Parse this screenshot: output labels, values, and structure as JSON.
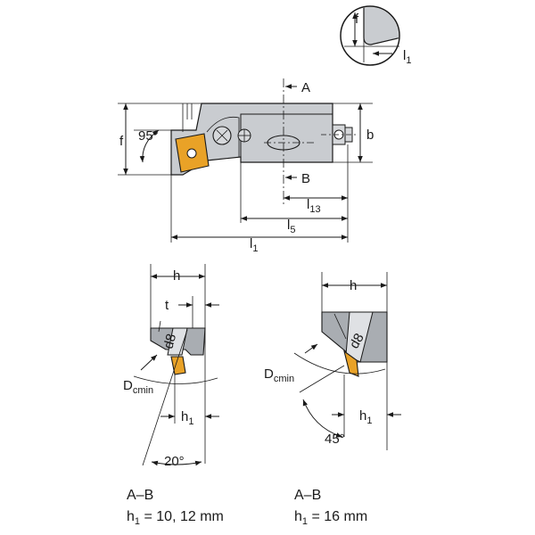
{
  "labels": {
    "f_detail": "f",
    "l1_detail": "l",
    "l1_detail_sub": "1",
    "A": "A",
    "B": "B",
    "angle_95": "95°",
    "f": "f",
    "b": "b",
    "l13": "l",
    "l13_sub": "13",
    "l5": "l",
    "l5_sub": "5",
    "l1": "l",
    "l1_sub": "1",
    "h_left": "h",
    "t": "t",
    "d8_left": "d8",
    "dcmin_left": "D",
    "dcmin_left_sub": "cmin",
    "h1_left": "h",
    "h1_left_sub": "1",
    "angle_20": "20°",
    "h_right": "h",
    "d8_right": "d8",
    "dcmin_right": "D",
    "dcmin_right_sub": "cmin",
    "h1_right": "h",
    "h1_right_sub": "1",
    "angle_45": "45°"
  },
  "captions": {
    "left_section": "A–B",
    "left_h1_prefix": "h",
    "left_h1_sub": "1",
    "left_h1_value": " = 10, 12 mm",
    "right_section": "A–B",
    "right_h1_prefix": "h",
    "right_h1_sub": "1",
    "right_h1_value": " = 16 mm"
  },
  "colors": {
    "insert": "#e9a227",
    "body": "#c9ccd0",
    "line": "#1a1a1a"
  }
}
